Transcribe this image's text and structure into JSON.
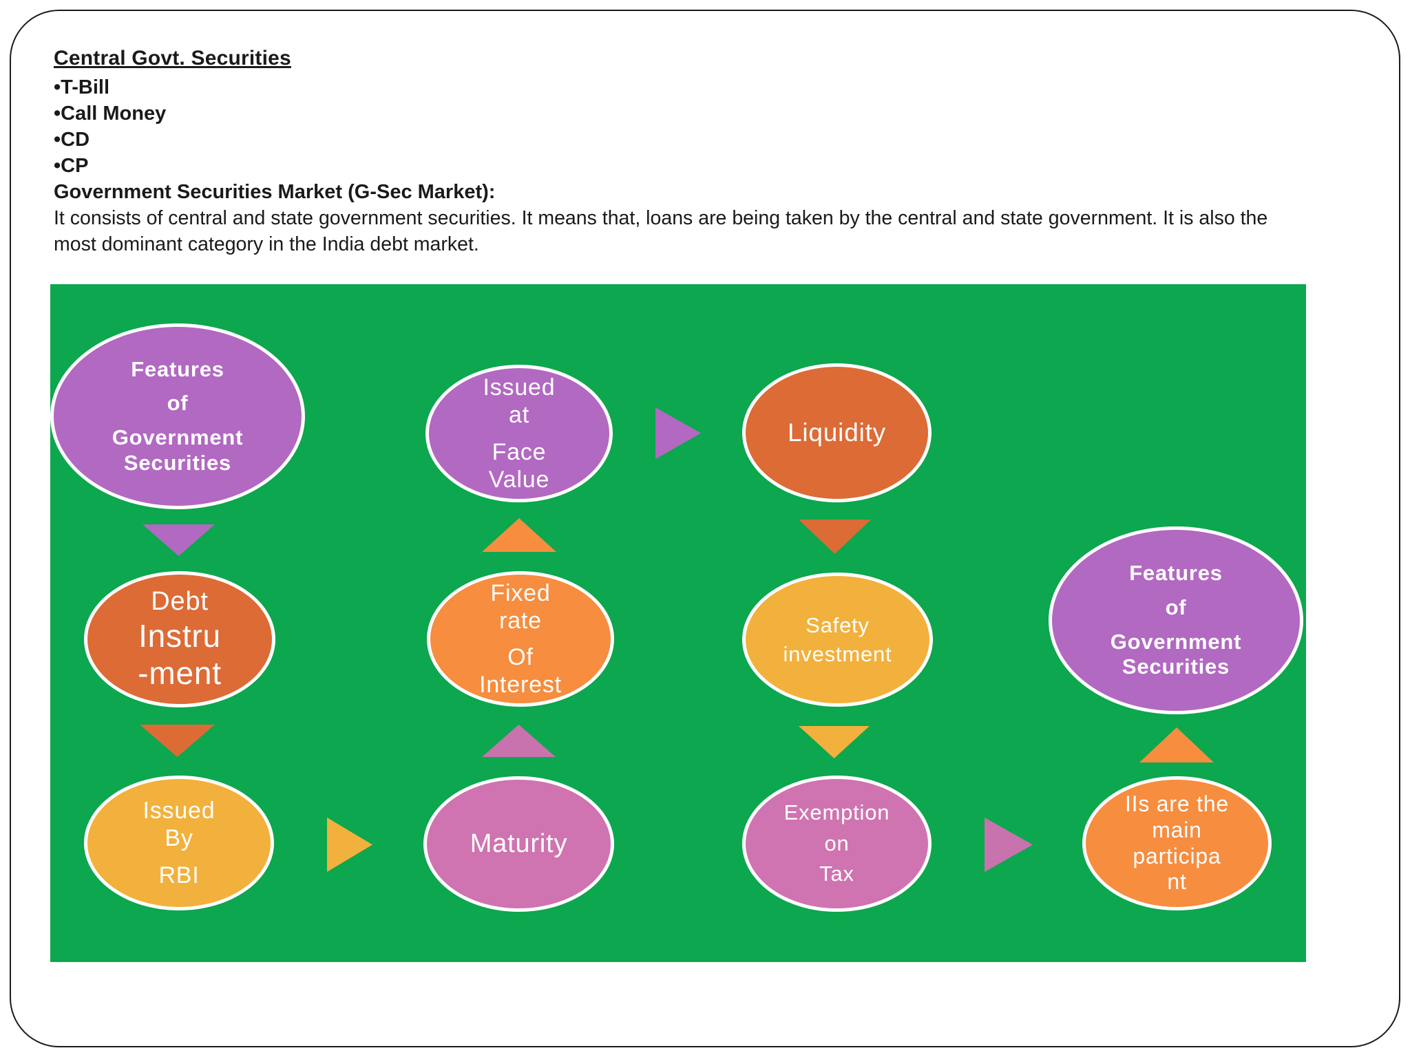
{
  "page": {
    "title": "Central Govt. Securities",
    "bullets": [
      "•T-Bill",
      "•Call Money",
      "•CD",
      "•CP"
    ],
    "subheading": "Government Securities Market (G-Sec Market):",
    "paragraph": "It consists of central and state government securities. It means that, loans are being taken by the central and state government. It is also the most dominant category in the India debt market."
  },
  "colors": {
    "diagram_background": "#0CA74E",
    "purple": "#B269C1",
    "dark_orange": "#DC6B36",
    "light_orange": "#F68D3F",
    "yellow": "#F2B13C",
    "pink": "#CF74B0",
    "node_border": "#FFFFFF",
    "node_text": "#FFFFFF"
  },
  "diagram": {
    "nodes": {
      "features_left": {
        "lines": [
          "Features",
          "of",
          "Government",
          "Securities"
        ]
      },
      "issued_face": {
        "lines": [
          "Issued",
          "at",
          "Face",
          "Value"
        ]
      },
      "liquidity": {
        "lines": [
          "Liquidity"
        ]
      },
      "debt": {
        "lines": [
          "Debt",
          "Instru",
          "-ment"
        ]
      },
      "fixed_rate": {
        "lines": [
          "Fixed",
          "rate",
          "Of",
          "Interest"
        ]
      },
      "safety": {
        "lines": [
          "Safety",
          "investment"
        ]
      },
      "features_right": {
        "lines": [
          "Features",
          "of",
          "Government",
          "Securities"
        ]
      },
      "issued_rbi": {
        "lines": [
          "Issued",
          "By",
          "RBI"
        ]
      },
      "maturity": {
        "lines": [
          "Maturity"
        ]
      },
      "exemption": {
        "lines": [
          "Exemption",
          "on",
          "Tax"
        ]
      },
      "iis": {
        "lines": [
          "IIs are the",
          "main",
          "participa",
          "nt"
        ]
      }
    }
  }
}
